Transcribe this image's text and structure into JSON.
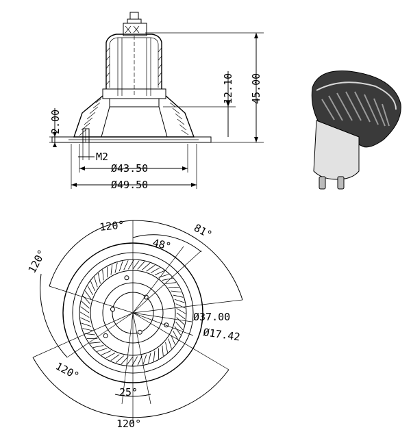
{
  "side_view": {
    "height_total": "45.00",
    "height_body": "12.10",
    "flange_thickness": "2.00",
    "thread": "M2",
    "diameter_inner": "Ø43.50",
    "diameter_outer": "Ø49.50"
  },
  "top_view": {
    "angle_top": "120°",
    "angle_left": "120°",
    "angle_bottom_left": "120°",
    "angle_bottom": "120°",
    "angle_81": "81°",
    "angle_48": "48°",
    "angle_25": "25°",
    "diameter_led_circle": "Ø37.00",
    "diameter_center": "Ø17.42"
  },
  "colors": {
    "line": "#000000",
    "background": "#ffffff",
    "photo_body": "#ececec"
  }
}
